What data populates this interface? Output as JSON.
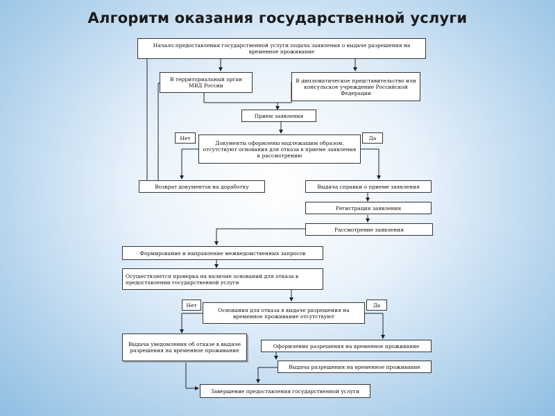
{
  "title": "Алгоритм оказания государственной услуги",
  "nodes": {
    "start": "Начало предоставления государственной услуги подача заявления о выдаче разрешения на временное проживание",
    "territorial": "В территориальный орган МВД России",
    "diplomatic": "В дипломатическое представительство или консульское учреждение Российской Федерации",
    "accept": "Прием заявления",
    "docs_check": "Документы оформлены надлежащим образом, отсутствуют основания для отказа в приеме заявления к рассмотрению",
    "return_docs": "Возврат документов на доработку",
    "receipt": "Выдача справки о приеме заявления",
    "registration": "Регистрация заявления",
    "review": "Рассмотрение заявления",
    "requests": "Формирование и направление межведомственных запросов",
    "grounds_check": "Осуществляется проверка на наличие оснований для отказа в предоставлении государственной услуги",
    "grounds_absent": "Основания для отказа в выдаче разрешения на временное проживание отсутствуют",
    "refusal": "Выдача уведомления об отказе в выдаче разрешения на временное проживание",
    "form_permit": "Оформление разрешения на временное проживание",
    "issue_permit": "Выдача разрешения на временное проживание",
    "end": "Завершение предоставления государственной услуги"
  },
  "tags": {
    "no1": "Нет",
    "yes1": "Да",
    "no2": "Нет",
    "yes2": "Да"
  }
}
